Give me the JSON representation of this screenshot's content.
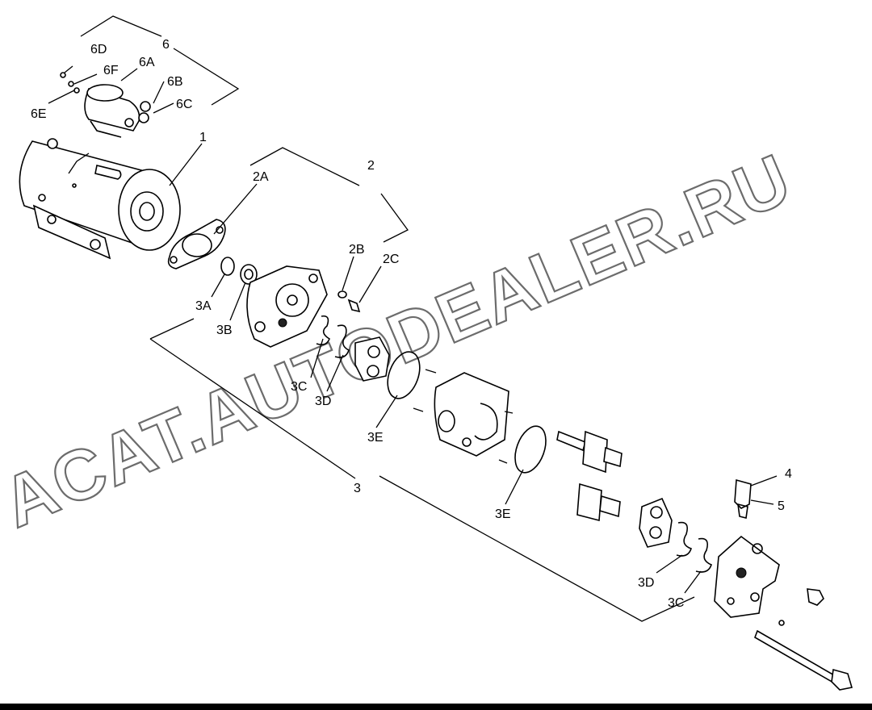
{
  "watermark": {
    "text": "ACAT.AUTODEALER.RU",
    "color": "#6c6c6c"
  },
  "callouts": {
    "c1": "1",
    "c2": "2",
    "c2A": "2A",
    "c2B": "2B",
    "c2C": "2C",
    "c3": "3",
    "c3A": "3A",
    "c3B": "3B",
    "c3C_a": "3C",
    "c3C_b": "3C",
    "c3D_a": "3D",
    "c3D_b": "3D",
    "c3E_a": "3E",
    "c3E_b": "3E",
    "c4": "4",
    "c5": "5",
    "c6": "6",
    "c6A": "6A",
    "c6B": "6B",
    "c6C": "6C",
    "c6D": "6D",
    "c6E": "6E",
    "c6F": "6F"
  }
}
